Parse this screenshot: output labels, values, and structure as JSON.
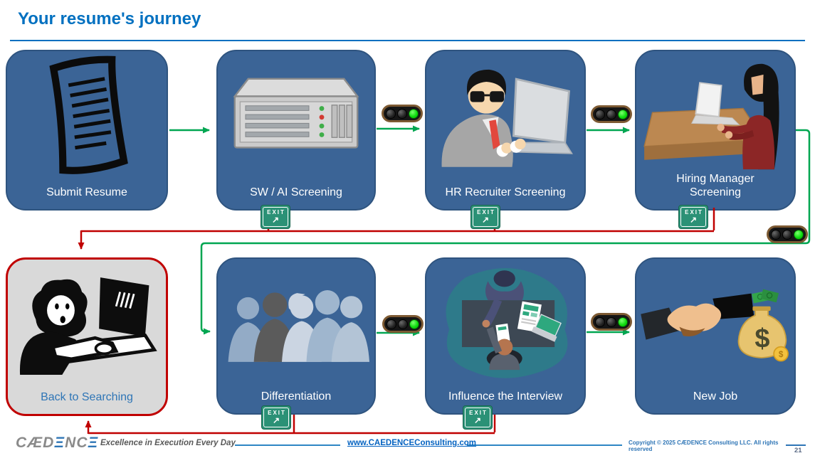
{
  "slide": {
    "title": "Your resume's journey"
  },
  "flow": {
    "boxes": [
      {
        "label": "Submit Resume"
      },
      {
        "label": "SW / AI Screening"
      },
      {
        "label": "HR Recruiter Screening"
      },
      {
        "label": "Hiring Manager Screening"
      },
      {
        "label": "Back to Searching"
      },
      {
        "label": "Differentiation"
      },
      {
        "label": "Influence the Interview"
      },
      {
        "label": "New Job"
      }
    ],
    "exit_sign": {
      "label": "EXIT",
      "arrow": "↗"
    },
    "traffic_light": {
      "lamps": [
        "off",
        "off",
        "green"
      ]
    }
  },
  "footer": {
    "logo_parts": [
      "CÆD",
      "Ξ",
      "NC",
      "Ξ"
    ],
    "tagline": "Excellence in Execution Every Day",
    "url": "www.CAEDENCEConsulting.com",
    "copyright": "Copyright © 2025 CÆDENCE Consulting LLC. All rights reserved",
    "page_number": "21"
  },
  "colors": {
    "accent_blue": "#0070C0",
    "box_blue": "#3B6496",
    "flow_green": "#00A651",
    "flow_red": "#C00000",
    "exit_green": "#2B9176",
    "back_box_gray": "#D9D9D9",
    "back_label_blue": "#2E75B6",
    "link_blue": "#0563C1"
  }
}
